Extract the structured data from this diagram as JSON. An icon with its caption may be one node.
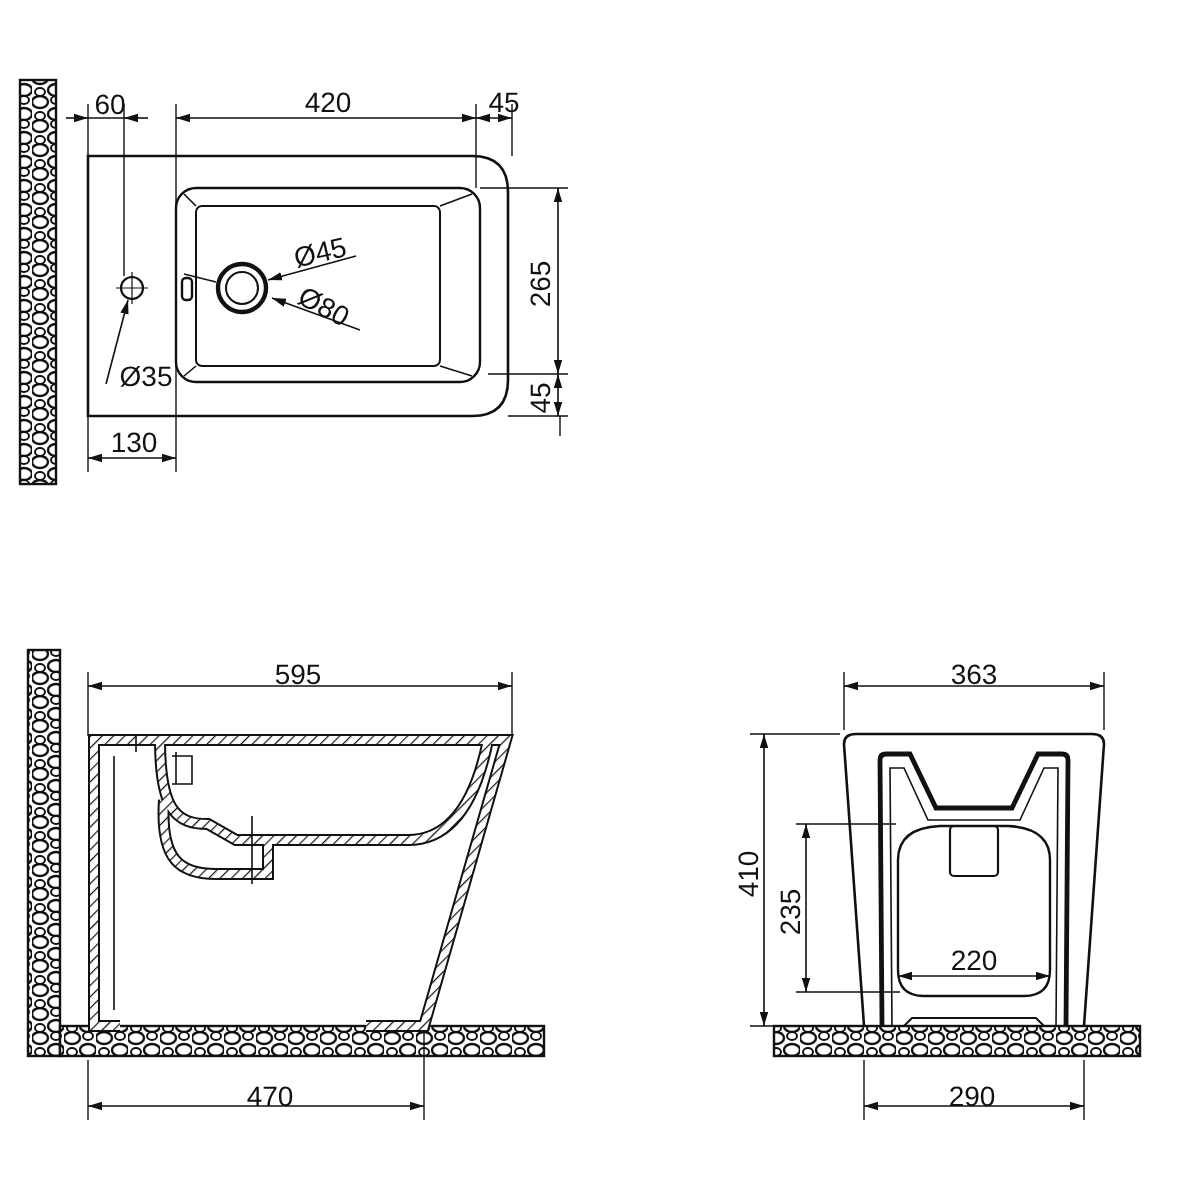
{
  "diagram": {
    "labels": [
      "60",
      "420",
      "45",
      "Ø45",
      "265",
      "Ø80",
      "Ø35",
      "45",
      "130",
      "595",
      "363",
      "410",
      "235",
      "220",
      "470",
      "290"
    ]
  }
}
